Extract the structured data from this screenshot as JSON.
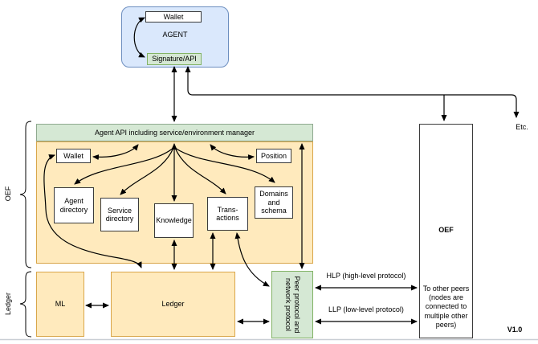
{
  "agent": {
    "label": "AGENT",
    "wallet": "Wallet",
    "signature": "Signature/API"
  },
  "oef_stack": {
    "side_label": "OEF",
    "api_bar": "Agent API including service/environment manager",
    "wallet": "Wallet",
    "position": "Position",
    "agent_directory": "Agent directory",
    "service_directory": "Service directory",
    "knowledge": "Knowledge",
    "transactions": "Trans-actions",
    "domains": "Domains and schema"
  },
  "ledger_stack": {
    "side_label": "Ledger",
    "ml": "ML",
    "ledger": "Ledger"
  },
  "peer_protocol": {
    "label": "Peer protocol and network protocol"
  },
  "oef_node": {
    "label": "OEF",
    "note": "To other peers (nodes are connected to multiple other peers)"
  },
  "annotations": {
    "hlp": "HLP (high-level protocol)",
    "llp": "LLP (low-level protocol)",
    "etc": "Etc.",
    "version": "V1.0"
  },
  "colors": {
    "agent_fill": "#dae8fc",
    "agent_stroke": "#6c8ebf",
    "green_fill": "#d5e8d4",
    "green_stroke": "#82b366",
    "yellow_fill": "#ffeabd",
    "yellow_stroke": "#d9a64a"
  }
}
